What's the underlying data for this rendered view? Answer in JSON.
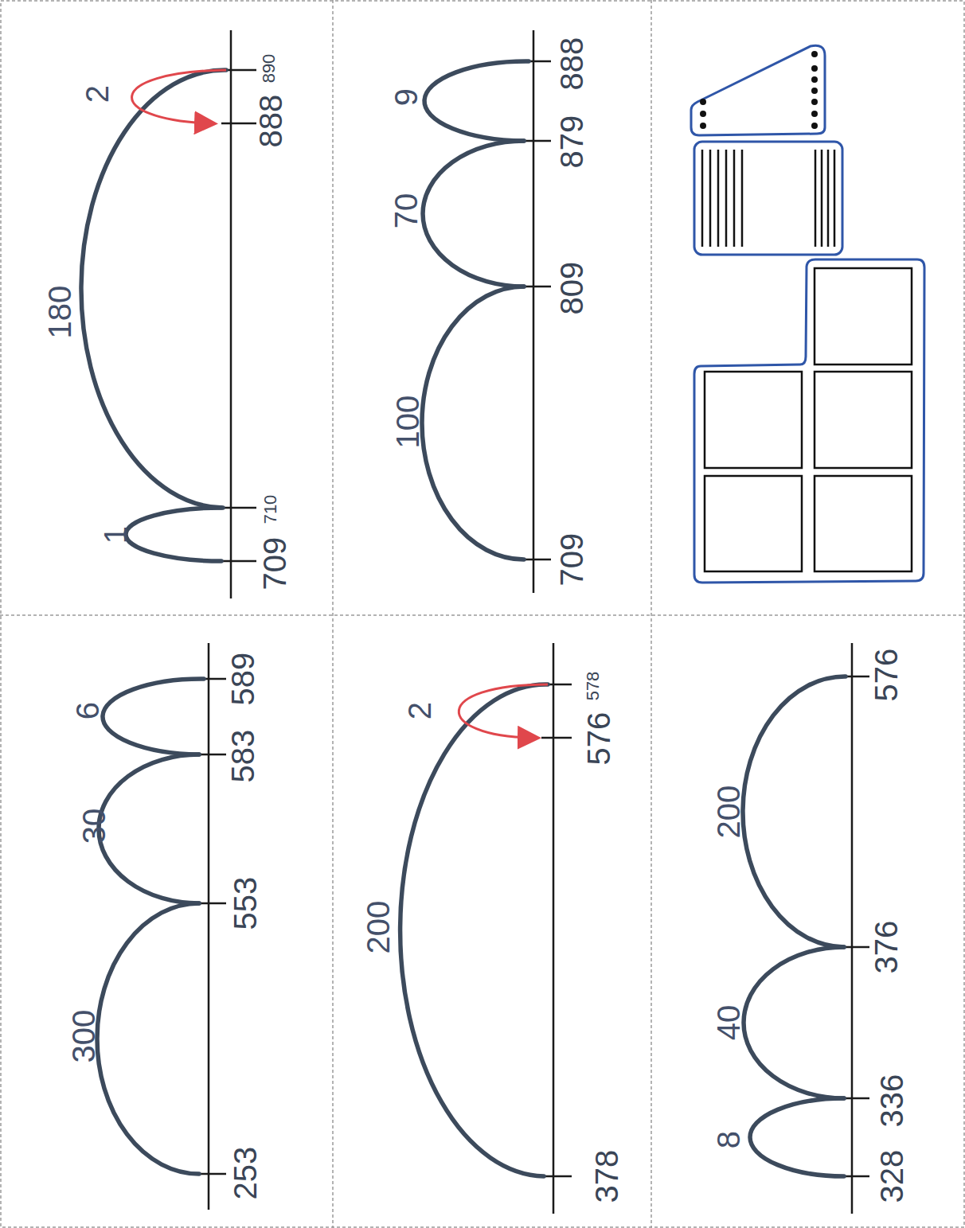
{
  "diagram": {
    "labels": [
      "1",
      "180",
      "2",
      "709",
      "710",
      "888",
      "890",
      "100",
      "70",
      "9",
      "709",
      "809",
      "879",
      "888",
      "300",
      "30",
      "6",
      "253",
      "553",
      "583",
      "589",
      "200",
      "2",
      "378",
      "576",
      "578",
      "8",
      "40",
      "200",
      "328",
      "336",
      "376",
      "576"
    ]
  }
}
